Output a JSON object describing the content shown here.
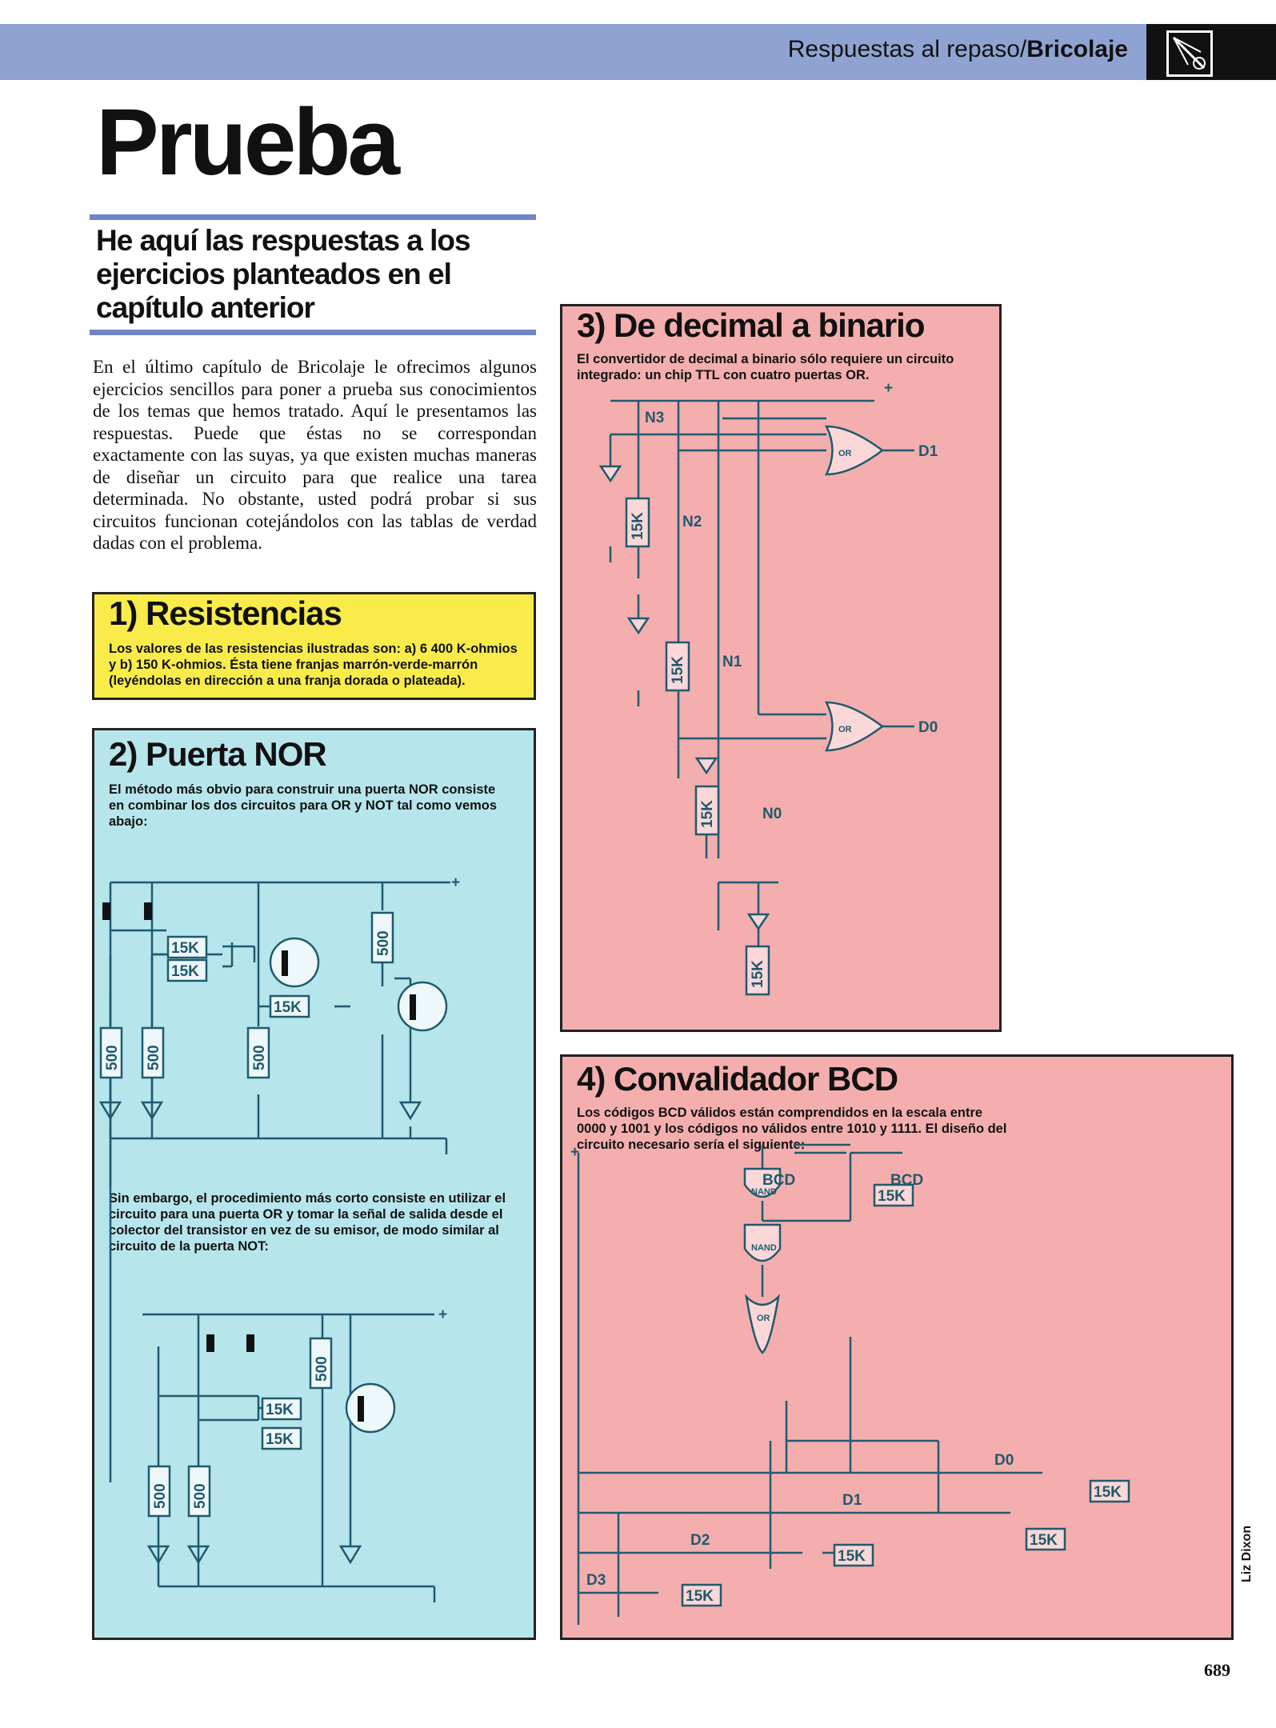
{
  "header": {
    "section": "Respuestas al repaso/",
    "section_bold": "Bricolaje"
  },
  "title": "Prueba",
  "subtitle": "He aquí las respuestas a los ejercicios planteados en el capítulo anterior",
  "intro": "En el último capítulo de Bricolaje le ofrecimos algunos ejercicios sencillos para poner a prueba sus conocimientos de los temas que hemos tratado. Aquí le presentamos las respuestas. Puede que éstas no se correspondan exactamente con las suyas, ya que existen muchas maneras de diseñar un circuito para que realice una tarea determinada. No obstante, usted podrá probar si sus circuitos funcionan cotejándolos con las tablas de verdad dadas con el problema.",
  "sections": {
    "s1": {
      "heading": "1) Resistencias",
      "text": "Los valores de las resistencias ilustradas son: a) 6 400 K-ohmios y b) 150 K-ohmios. Ésta tiene franjas marrón-verde-marrón (leyéndolas en dirección a una franja dorada o plateada)."
    },
    "s2": {
      "heading": "2) Puerta NOR",
      "text": "El método más obvio para construir una puerta NOR consiste en combinar los dos circuitos para OR y NOT tal como vemos abajo:",
      "text2": "Sin embargo, el procedimiento más corto consiste en utilizar el circuito para una puerta OR y tomar la señal de salida desde el colector del transistor en vez de su emisor, de modo similar al circuito de la puerta NOT:",
      "labels": {
        "r15k": "15K",
        "r500": "500",
        "plus": "+"
      }
    },
    "s3": {
      "heading": "3) De decimal a binario",
      "text": "El convertidor de decimal a binario sólo requiere un circuito integrado: un chip TTL con cuatro puertas OR.",
      "labels": {
        "n3": "N3",
        "n2": "N2",
        "n1": "N1",
        "n0": "N0",
        "d1": "D1",
        "d0": "D0",
        "or": "OR",
        "r15k": "15K",
        "plus": "+"
      }
    },
    "s4": {
      "heading": "4) Convalidador BCD",
      "text": "Los códigos BCD válidos están comprendidos en la escala entre 0000 y 1001 y los códigos no válidos entre 1010 y 1111. El diseño del circuito necesario sería el siguiente:",
      "labels": {
        "bcd": "BCD",
        "nand": "NAND",
        "or": "OR",
        "d0": "D0",
        "d1": "D1",
        "d2": "D2",
        "d3": "D3",
        "r15k": "15K",
        "plus": "+"
      }
    }
  },
  "credit": "Liz Dixon",
  "page_number": "689",
  "colors": {
    "header": "#8fa3d2",
    "yellow_box": "#f9ec4a",
    "cyan_box": "#b6e6ec",
    "pink_box": "#f4aeae",
    "wire": "#1f5a6e"
  }
}
